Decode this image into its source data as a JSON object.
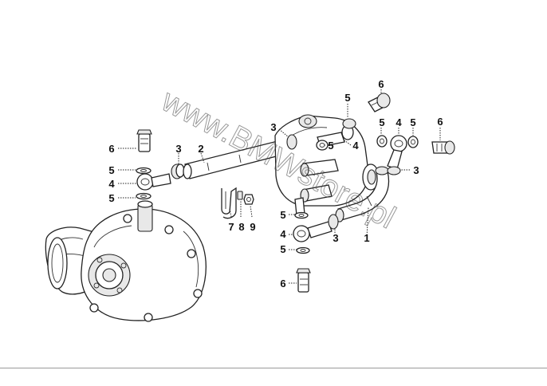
{
  "watermark": "www.BMWstore.pl",
  "callouts": [
    {
      "id": "c1",
      "label": "1"
    },
    {
      "id": "c2",
      "label": "2"
    },
    {
      "id": "c3a",
      "label": "3"
    },
    {
      "id": "c3b",
      "label": "3"
    },
    {
      "id": "c3c",
      "label": "3"
    },
    {
      "id": "c3d",
      "label": "3"
    },
    {
      "id": "c4a",
      "label": "4"
    },
    {
      "id": "c4b",
      "label": "4"
    },
    {
      "id": "c4c",
      "label": "4"
    },
    {
      "id": "c4d",
      "label": "4"
    },
    {
      "id": "c5a",
      "label": "5"
    },
    {
      "id": "c5b",
      "label": "5"
    },
    {
      "id": "c5c",
      "label": "5"
    },
    {
      "id": "c5d",
      "label": "5"
    },
    {
      "id": "c5e",
      "label": "5"
    },
    {
      "id": "c5f",
      "label": "5"
    },
    {
      "id": "c5g",
      "label": "5"
    },
    {
      "id": "c5h",
      "label": "5"
    },
    {
      "id": "c6a",
      "label": "6"
    },
    {
      "id": "c6b",
      "label": "6"
    },
    {
      "id": "c6c",
      "label": "6"
    },
    {
      "id": "c6d",
      "label": "6"
    },
    {
      "id": "c7",
      "label": "7"
    },
    {
      "id": "c8",
      "label": "8"
    },
    {
      "id": "c9",
      "label": "9"
    }
  ]
}
